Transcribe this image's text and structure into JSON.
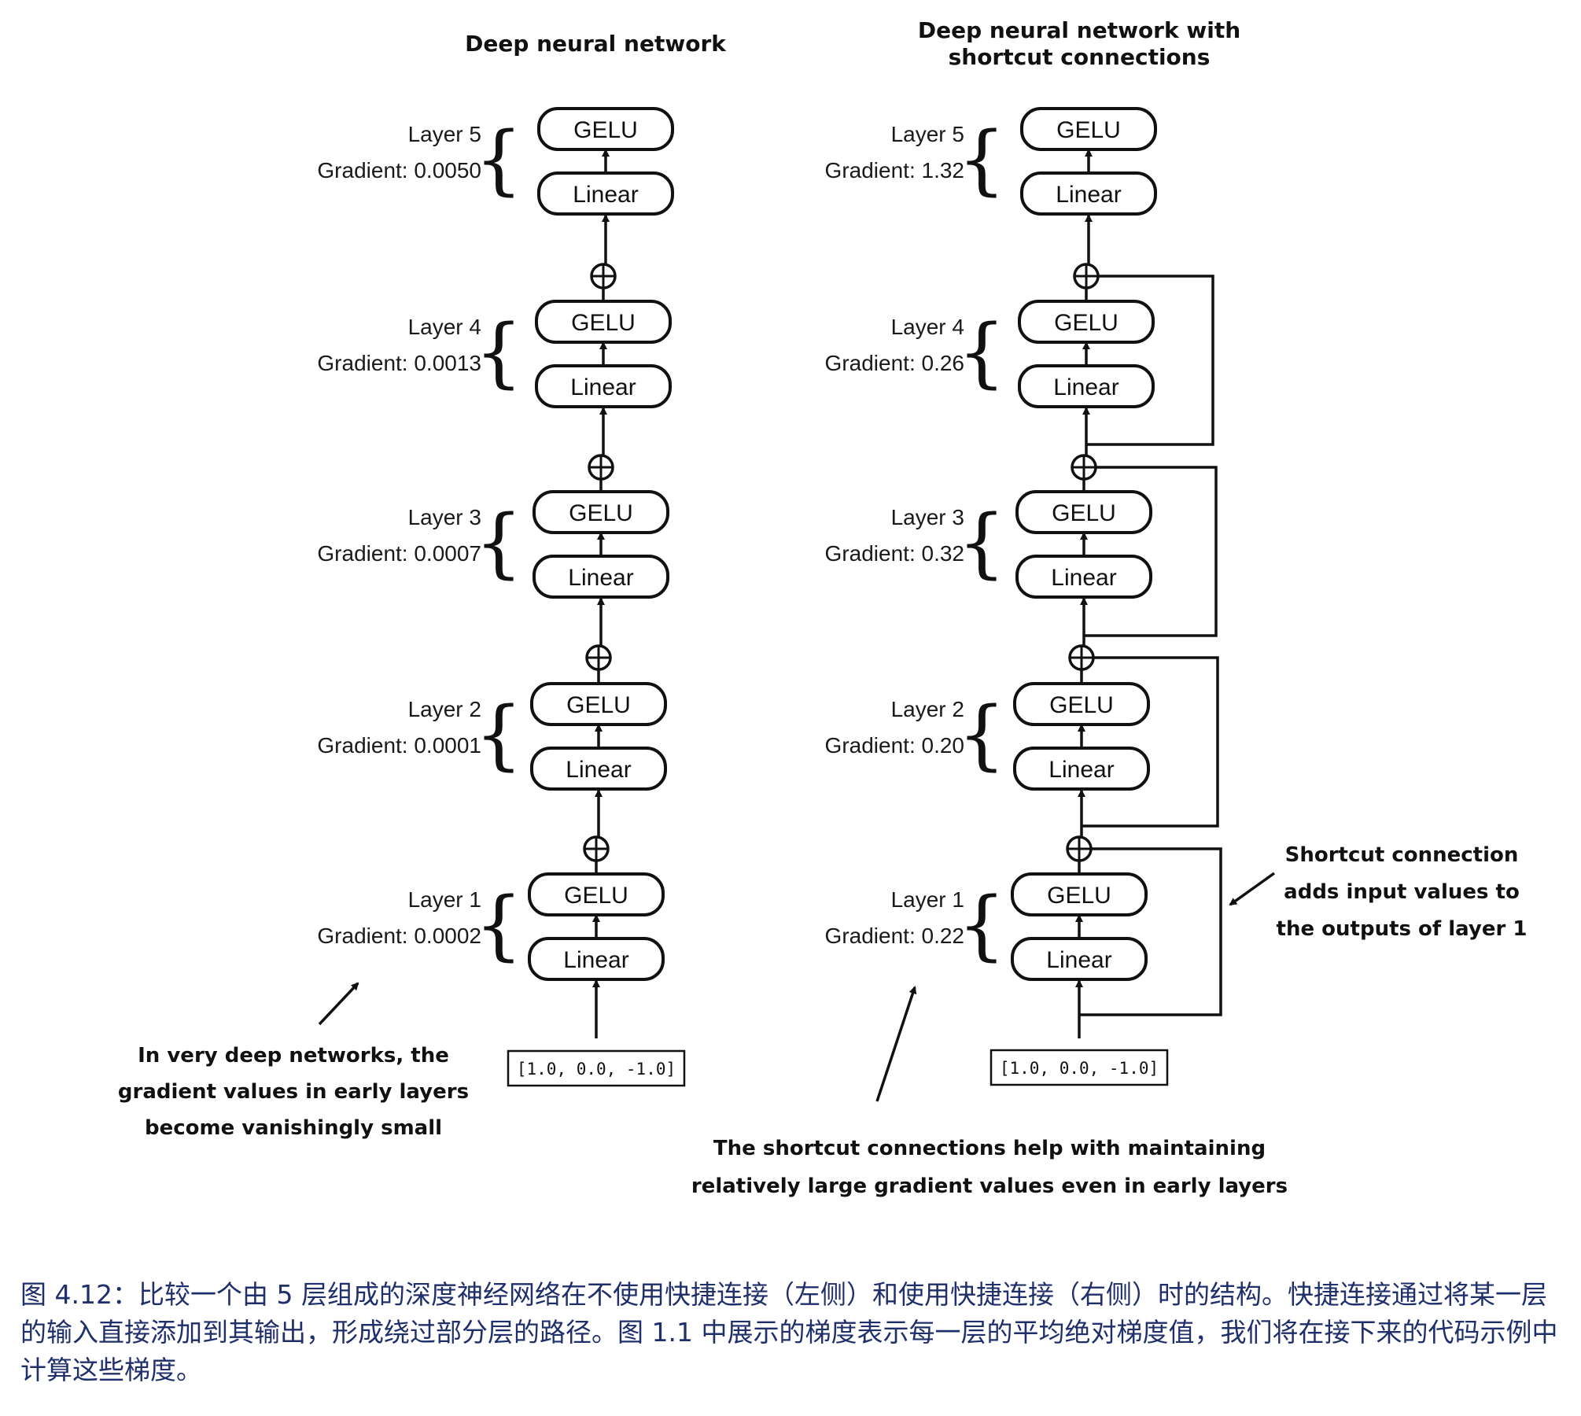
{
  "left": {
    "title": "Deep neural network",
    "input": "[1.0,  0.0,  -1.0]",
    "layers": [
      {
        "label": "Layer 1",
        "gradient": "Gradient: 0.0002"
      },
      {
        "label": "Layer 2",
        "gradient": "Gradient: 0.0001"
      },
      {
        "label": "Layer 3",
        "gradient": "Gradient: 0.0007"
      },
      {
        "label": "Layer 4",
        "gradient": "Gradient: 0.0013"
      },
      {
        "label": "Layer 5",
        "gradient": "Gradient: 0.0050"
      }
    ],
    "annotation": [
      "In very deep networks, the",
      "gradient values in early layers",
      "become vanishingly small"
    ]
  },
  "right": {
    "title": [
      "Deep neural network with",
      "shortcut connections"
    ],
    "input": "[1.0,  0.0,  -1.0]",
    "layers": [
      {
        "label": "Layer 1",
        "gradient": "Gradient: 0.22"
      },
      {
        "label": "Layer 2",
        "gradient": "Gradient: 0.20"
      },
      {
        "label": "Layer 3",
        "gradient": "Gradient: 0.32"
      },
      {
        "label": "Layer 4",
        "gradient": "Gradient: 0.26"
      },
      {
        "label": "Layer 5",
        "gradient": "Gradient: 1.32"
      }
    ],
    "side_annotation": [
      "Shortcut connection",
      "adds input values to",
      "the outputs of layer 1"
    ],
    "bottom_annotation": [
      "The shortcut connections help with maintaining",
      "relatively large gradient values even in early layers"
    ]
  },
  "box_labels": {
    "gelu": "GELU",
    "linear": "Linear"
  },
  "caption": "图 4.12：比较一个由 5 层组成的深度神经网络在不使用快捷连接（左侧）和使用快捷连接（右侧）时的结构。快捷连接通过将某一层的输入直接添加到其输出，形成绕过部分层的路径。图 1.1 中展示的梯度表示每一层的平均绝对梯度值，我们将在接下来的代码示例中计算这些梯度。",
  "colors": {
    "caption": "#1f2f6b",
    "ink": "#111111"
  }
}
